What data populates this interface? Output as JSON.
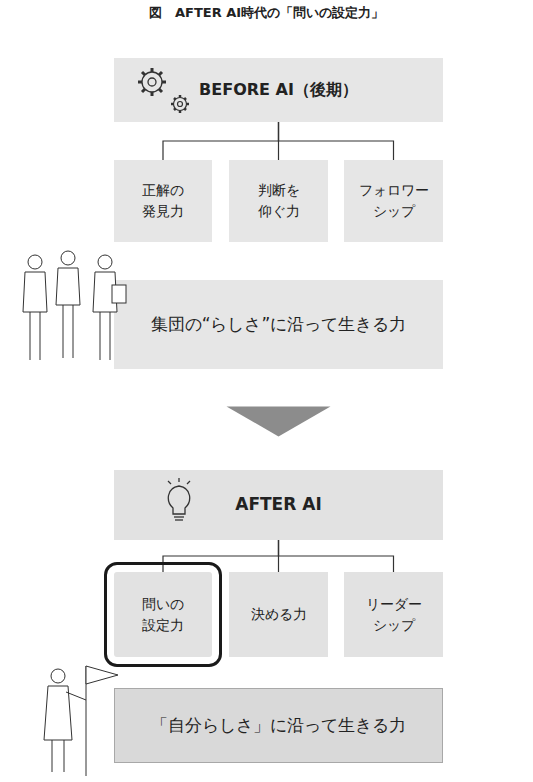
{
  "diagram": {
    "title": "図　AFTER AI時代の「問いの設定力」",
    "nodes": [
      {
        "text": [
          "BEFORE AI（後期）"
        ]
      },
      {
        "text": [
          "正解の 発見力"
        ]
      },
      {
        "text": [
          "判断を 仰ぐ力"
        ]
      },
      {
        "text": [
          "フォロワー シップ"
        ]
      },
      {
        "text": [
          "集団の“らしさ”に沿って生きる力"
        ]
      },
      {
        "text": [
          "AFTER AI"
        ]
      },
      {
        "text": [
          "問いの 設定力"
        ]
      },
      {
        "text": [
          "決める力"
        ]
      },
      {
        "text": [
          "リーダー シップ"
        ]
      },
      {
        "text": [
          "「自分らしさ」に沿って生きる力"
        ]
      }
    ],
    "edges": [
      {
        "from": 0,
        "to": 1,
        "arrow": "none"
      },
      {
        "from": 0,
        "to": 2,
        "arrow": "none"
      },
      {
        "from": 0,
        "to": 3,
        "arrow": "none"
      },
      {
        "from": 4,
        "to": 5,
        "arrow": "to"
      },
      {
        "from": 5,
        "to": 6,
        "arrow": "none"
      },
      {
        "from": 5,
        "to": 7,
        "arrow": "none"
      },
      {
        "from": 5,
        "to": 8,
        "arrow": "none"
      }
    ]
  }
}
